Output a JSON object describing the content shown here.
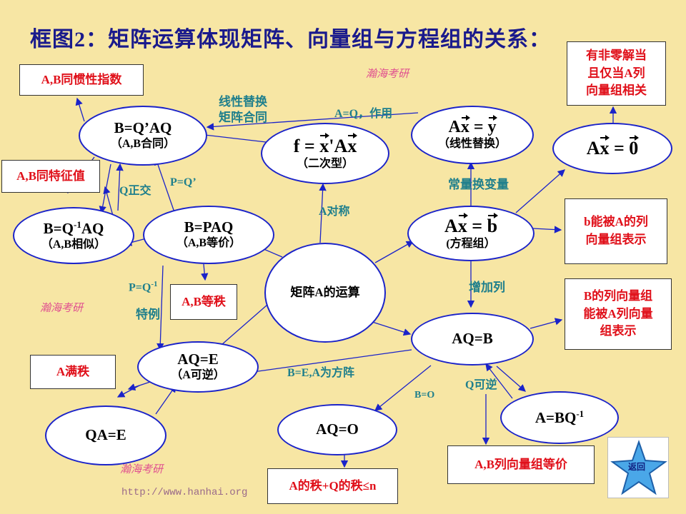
{
  "title": "框图2：矩阵运算体现矩阵、向量组与方程组的关系：",
  "nodes": {
    "center": "矩阵A的运算",
    "congruent": {
      "main": "B=Q’AQ",
      "sub": "（A,B合同）"
    },
    "quadratic": {
      "lhs": "f",
      "eq": "=",
      "x1": "x",
      "mid": "'A",
      "x2": "x",
      "sub": "（二次型）"
    },
    "linear_sub": {
      "a": "A",
      "x": "x",
      "eq": "=",
      "y": "y",
      "sub": "（线性替换）"
    },
    "homog": {
      "a": "A",
      "x": "x",
      "eq": "=",
      "zero": "0"
    },
    "similar": {
      "main_pre": "B=Q",
      "sup": "-1",
      "main_post": "AQ",
      "sub": "（A,B相似）"
    },
    "equivalent": {
      "main": "B=PAQ",
      "sub": "（A,B等价）"
    },
    "system": {
      "a": "A",
      "x": "x",
      "eq": "=",
      "b": "b",
      "sub": "(方程组）"
    },
    "aq_b": "AQ=B",
    "invertible": {
      "main": "AQ=E",
      "sub": "（A可逆）"
    },
    "qa_e": "QA=E",
    "aq_o": "AQ=O",
    "a_bq": {
      "main": "A=BQ",
      "sup": "-1"
    }
  },
  "boxes": {
    "inertia": "A,B同惯性指数",
    "eigen": "A,B同特征值",
    "equal_rank": "A,B等秩",
    "full_rank": "A满秩",
    "rank_sum": "A的秩+Q的秩≤n",
    "col_equiv": "A,B列向量组等价",
    "nonzero": "有非零解当\n且仅当A列\n向量组相关",
    "b_linear": "b能被A的列\n向量组表示",
    "b_cols": "B的列向量组\n能被A列向量\n组表示"
  },
  "labels": {
    "linear_sub": "线性替换\n矩阵合同",
    "a_q_use": "A=Q，作用",
    "q_orth": "Q正交",
    "p_qt": "P=Q’",
    "p_qinv_pre": "P=Q",
    "p_qinv_sup": "-1",
    "special": "特例",
    "a_sym": "A对称",
    "const_sub": "常量换变量",
    "add_col": "增加列",
    "be_sq": "B=E,A为方阵",
    "b_o": "B=O",
    "q_inv": "Q可逆"
  },
  "watermarks": [
    "瀚海考研",
    "瀚海考研",
    "瀚海考研"
  ],
  "url": "http://www.hanhai.org",
  "return_button": "返回",
  "colors": {
    "node_border": "#1b23c9",
    "box_text": "#e0101a",
    "label_text": "#1f7f8c",
    "title": "#1a1a8c",
    "background": "#f7e6a4"
  }
}
